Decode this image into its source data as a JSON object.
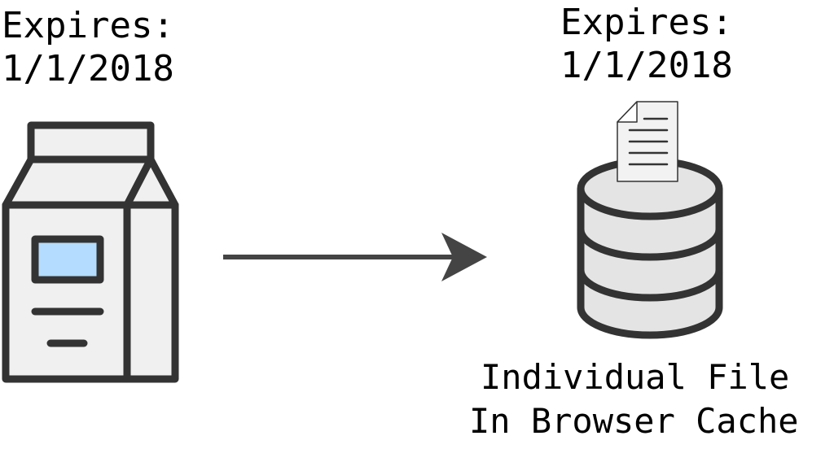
{
  "source": {
    "icon": "milk-carton-icon",
    "expires_label": "Expires:",
    "expires_date": "1/1/2018"
  },
  "arrow": {
    "icon": "arrow-right-icon"
  },
  "target": {
    "icons": [
      "document-icon",
      "database-icon"
    ],
    "expires_label": "Expires:",
    "expires_date": "1/1/2018",
    "caption_line1": "Individual File",
    "caption_line2": "In Browser Cache"
  },
  "colors": {
    "stroke": "#333333",
    "carton_fill": "#f0f0f0",
    "label_window": "#b3dcff",
    "database_fill": "#e4e4e4",
    "document_fill": "#f2f2f2",
    "arrow": "#444444"
  }
}
